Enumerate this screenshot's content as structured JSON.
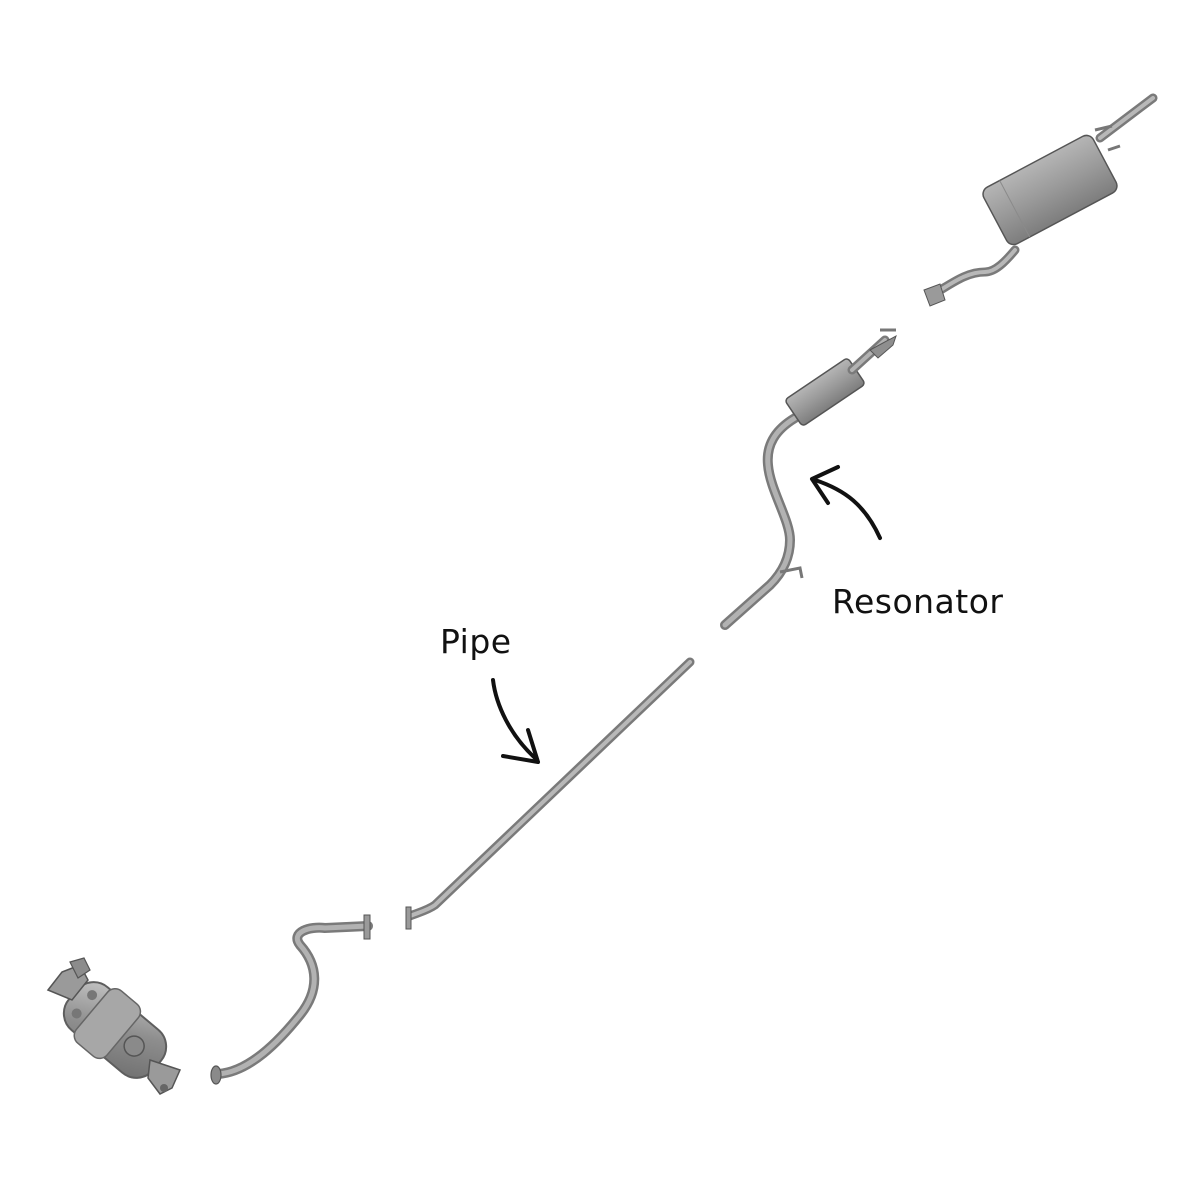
{
  "labels": {
    "pipe": "Pipe",
    "resonator": "Resonator"
  },
  "colors": {
    "background": "#ffffff",
    "metal": "#9b9b9b",
    "metal_dark": "#7a7a7a",
    "metal_light": "#bdbdbd",
    "arrow": "#111111"
  },
  "parts": [
    {
      "name": "catalytic-converter"
    },
    {
      "name": "front-s-pipe"
    },
    {
      "name": "intermediate-pipe"
    },
    {
      "name": "resonator-assembly"
    },
    {
      "name": "tailpipe-muffler"
    }
  ]
}
